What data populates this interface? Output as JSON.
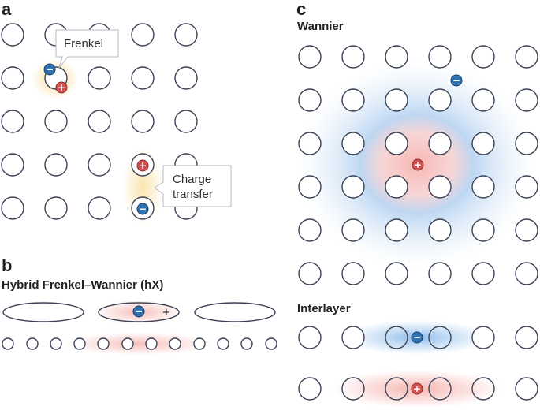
{
  "panels": {
    "a": {
      "letter": "a"
    },
    "b": {
      "letter": "b",
      "title": "Hybrid Frenkel–Wannier (hX)"
    },
    "c": {
      "letter": "c",
      "wannier_title": "Wannier",
      "interlayer_title": "Interlayer"
    }
  },
  "callouts": {
    "frenkel": "Frenkel",
    "charge_line1": "Charge",
    "charge_line2": "transfer"
  },
  "signs": {
    "minus": "−",
    "plus": "+"
  },
  "colors": {
    "atom_stroke": "#3b4256",
    "electron": "#2f72b3",
    "hole": "#d65050",
    "frenkel_glow": "#f7d98a",
    "wannier_blue": "#a9cbed",
    "wannier_pink": "#f6bdb8",
    "interlayer_blue": "#8fbde8",
    "interlayer_pink": "#f5b2ad"
  }
}
